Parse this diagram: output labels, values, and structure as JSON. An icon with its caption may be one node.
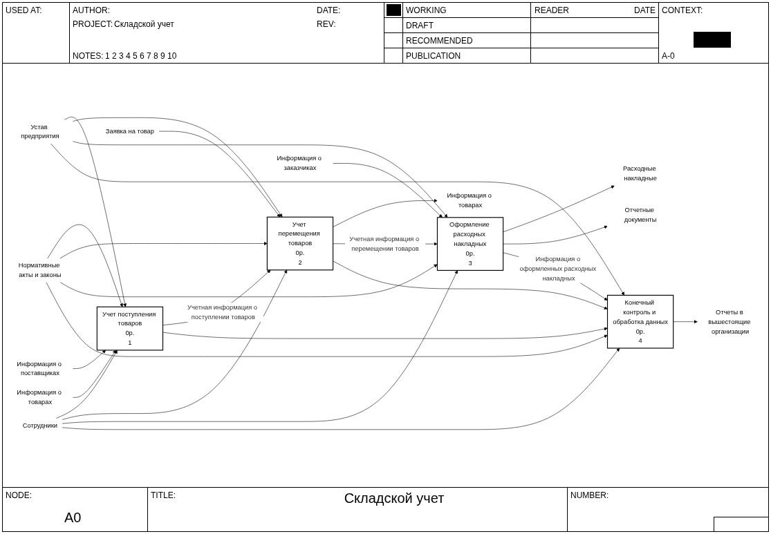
{
  "diagram": {
    "title": "Складской учет",
    "nodes": [
      {
        "text": [
          "Учет поступления товаров",
          "0р.",
          "1"
        ]
      },
      {
        "text": [
          "Учет перемещения товаров",
          "0р.",
          "2"
        ]
      },
      {
        "text": [
          "Оформление расходных накладных",
          "0р.",
          "3"
        ]
      },
      {
        "text": [
          "Конечный контроль и обработка данных",
          "0р.",
          "4"
        ]
      },
      {
        "text": [
          "Устав предприятия"
        ]
      },
      {
        "text": [
          "Нормативные акты и законы"
        ]
      },
      {
        "text": [
          "Информация о поставщиках"
        ]
      },
      {
        "text": [
          "Информация о товарах"
        ]
      },
      {
        "text": [
          "Заявка на товар"
        ]
      },
      {
        "text": [
          "Информация о заказчиках"
        ]
      },
      {
        "text": [
          "Сотрудники"
        ]
      },
      {
        "text": [
          "Информация о товарах"
        ]
      },
      {
        "text": [
          "Расходные накладные"
        ]
      },
      {
        "text": [
          "Отчетные документы"
        ]
      },
      {
        "text": [
          "Отчеты в вышестоящие организации"
        ]
      }
    ],
    "edges": [
      {
        "from": 4,
        "to": 0,
        "arrow": "to"
      },
      {
        "from": 4,
        "to": 1,
        "arrow": "to"
      },
      {
        "from": 4,
        "to": 2,
        "arrow": "to"
      },
      {
        "from": 4,
        "to": 3,
        "arrow": "to"
      },
      {
        "from": 5,
        "to": 0,
        "arrow": "to"
      },
      {
        "from": 5,
        "to": 1,
        "arrow": "to"
      },
      {
        "from": 5,
        "to": 2,
        "arrow": "to"
      },
      {
        "from": 5,
        "to": 3,
        "arrow": "to"
      },
      {
        "from": 6,
        "to": 0,
        "arrow": "to"
      },
      {
        "from": 7,
        "to": 0,
        "arrow": "to"
      },
      {
        "from": 8,
        "to": 1,
        "arrow": "to"
      },
      {
        "from": 9,
        "to": 2,
        "arrow": "to"
      },
      {
        "from": 10,
        "to": 0,
        "arrow": "to"
      },
      {
        "from": 10,
        "to": 1,
        "arrow": "to"
      },
      {
        "from": 10,
        "to": 2,
        "arrow": "to"
      },
      {
        "from": 10,
        "to": 3,
        "arrow": "to"
      },
      {
        "from": 0,
        "to": 1,
        "arrow": "to",
        "label": "Учетная информация о поступлении товаров"
      },
      {
        "from": 0,
        "to": 3,
        "arrow": "to"
      },
      {
        "from": 1,
        "to": 11,
        "arrow": "to"
      },
      {
        "from": 1,
        "to": 2,
        "arrow": "to",
        "label": "Учетная информация о перемещении товаров"
      },
      {
        "from": 1,
        "to": 3,
        "arrow": "to"
      },
      {
        "from": 2,
        "to": 12,
        "arrow": "to"
      },
      {
        "from": 2,
        "to": 13,
        "arrow": "to"
      },
      {
        "from": 2,
        "to": 3,
        "arrow": "to",
        "label": "Информация о оформленных расходных накладных"
      },
      {
        "from": 3,
        "to": 14,
        "arrow": "to"
      }
    ],
    "labels": [
      "USED AT:",
      "AUTHOR:",
      "DATE:",
      "WORKING",
      "READER",
      "DATE",
      "CONTEXT:",
      "PROJECT:",
      "Складской учет",
      "REV:",
      "DRAFT",
      "RECOMMENDED",
      "NOTES:",
      "1 2 3 4 5 6 7 8 9 10",
      "PUBLICATION",
      "A-0",
      "NODE:",
      "A0",
      "TITLE:",
      "NUMBER:"
    ]
  }
}
